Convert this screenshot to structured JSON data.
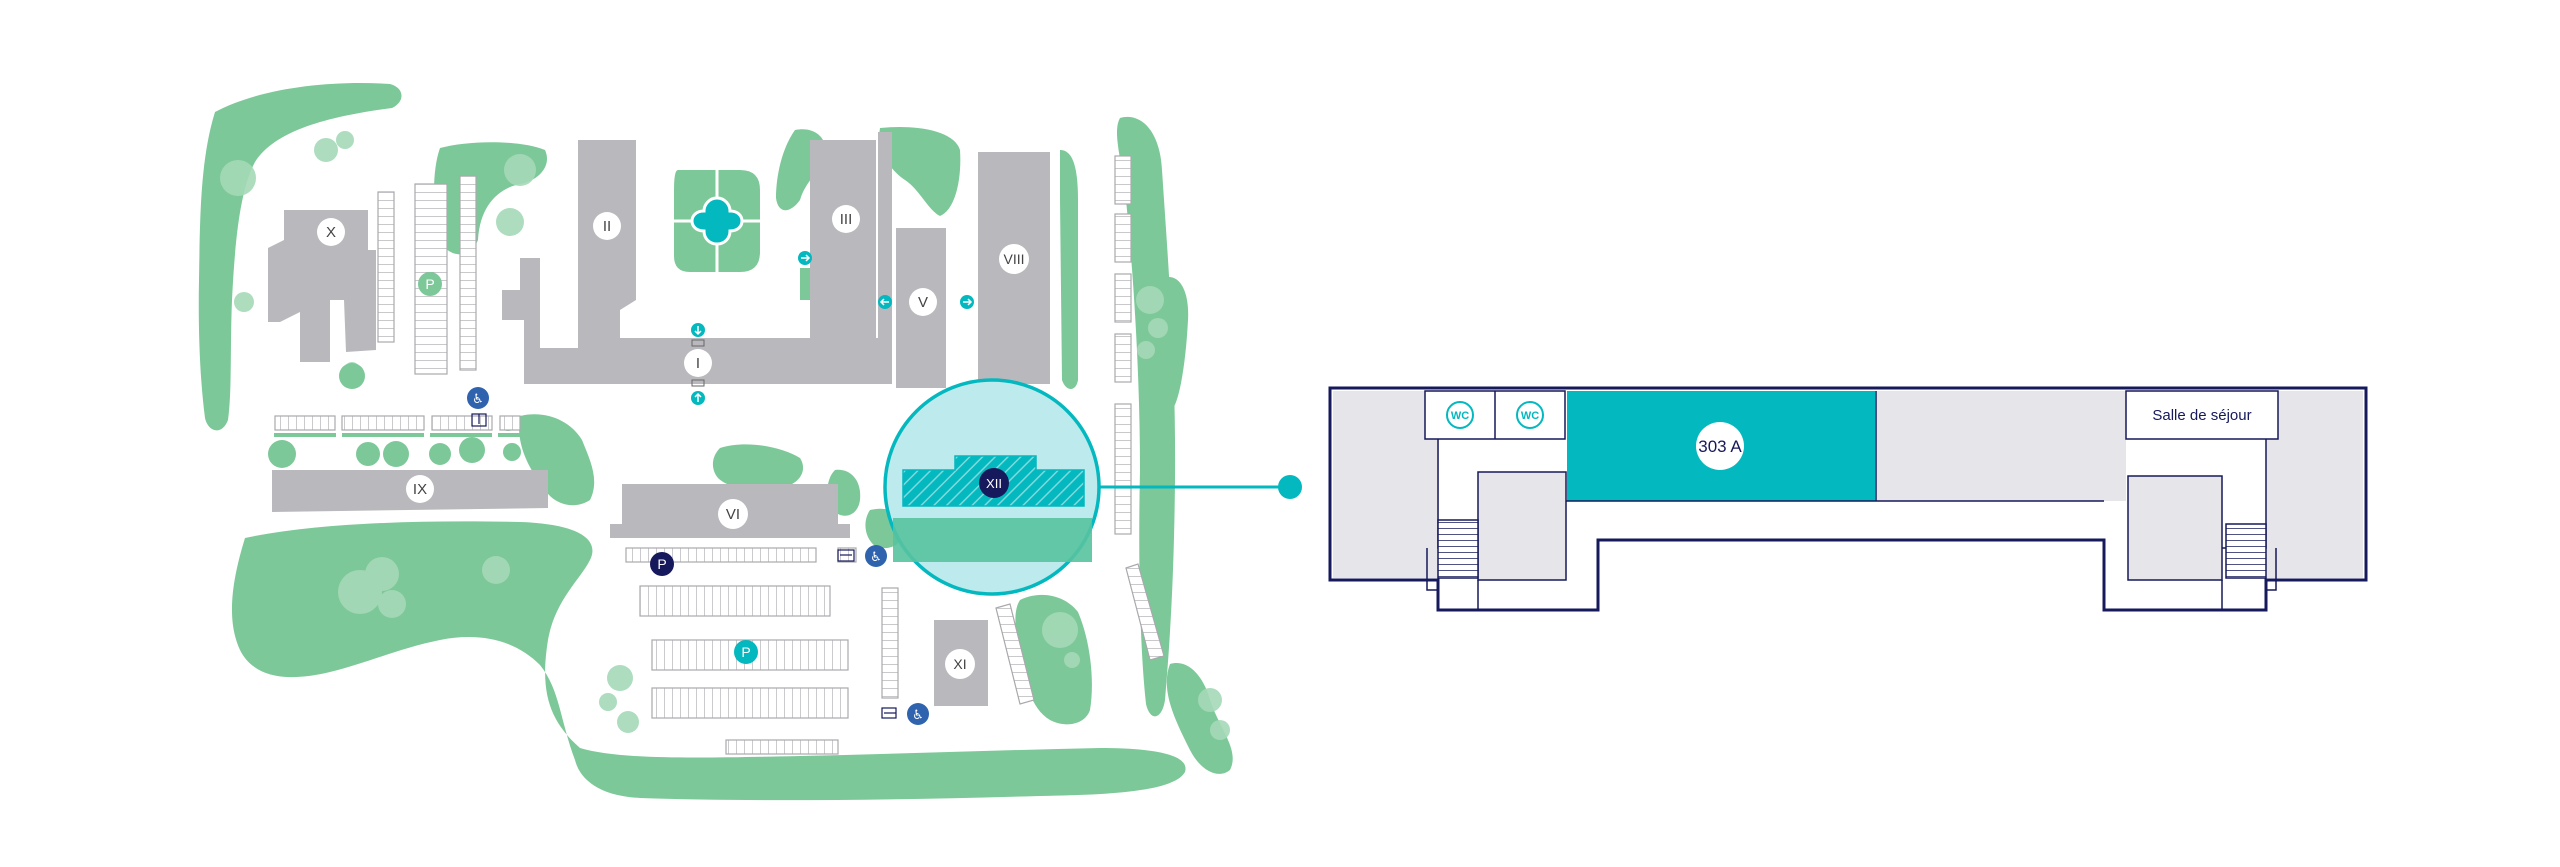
{
  "colors": {
    "green": "#7dc899",
    "green_light": "#a5d9b7",
    "gray": "#b9b9bd",
    "gray_light": "#e6e6ea",
    "teal": "#04b8bf",
    "teal_light": "#bdeaec",
    "navy": "#16195b",
    "blue": "#2f63ae",
    "white": "#ffffff"
  },
  "campus": {
    "buildings": {
      "I": "I",
      "II": "II",
      "III": "III",
      "V": "V",
      "VI": "VI",
      "VIII": "VIII",
      "IX": "IX",
      "X": "X",
      "XI": "XI",
      "XII": "XII"
    },
    "parking_label": "P",
    "entry_icon": "arrow-entrance-icon",
    "accessible_icon": "wheelchair-icon"
  },
  "floor_plan": {
    "room_selected": "303 A",
    "wc_1": "WC",
    "wc_2": "WC",
    "lounge": "Salle de séjour"
  }
}
